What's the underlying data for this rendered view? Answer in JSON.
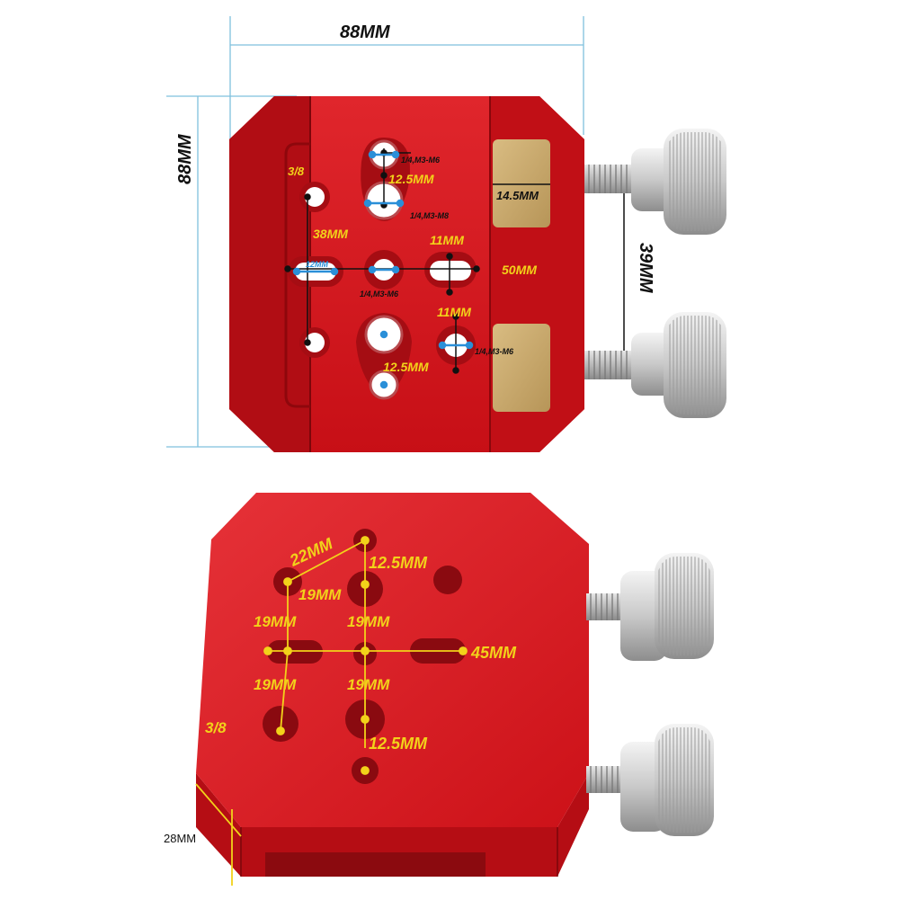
{
  "top_view": {
    "dims": {
      "width": "88MM",
      "height": "88MM",
      "knob_spacing": "39MM",
      "brass_pad": "14.5MM"
    },
    "labels": {
      "thread_38": "3/8",
      "dist_38": "38MM",
      "slot_12": "12MM",
      "slot_11a": "11MM",
      "slot_11b": "11MM",
      "dist_50": "50MM",
      "pitch_top": "12.5MM",
      "pitch_bottom": "12.5MM",
      "hole_a": "1/4,M3-M6",
      "hole_b": "1/4,M3-M8",
      "hole_c": "1/4,M3-M6",
      "hole_d": "1/4,M3-M6"
    }
  },
  "bottom_view": {
    "labels": {
      "diag_22": "22MM",
      "pitch_top": "12.5MM",
      "v19_a": "19MM",
      "h19_a": "19MM",
      "h19_b": "19MM",
      "v19_b": "19MM",
      "v19_c": "19MM",
      "dist_45": "45MM",
      "thread_38": "3/8",
      "pitch_bottom": "12.5MM",
      "height": "28MM"
    }
  },
  "colors": {
    "body_red": "#d8141c",
    "dark_red": "#9e0a10",
    "light_red": "#e8464c",
    "brass": "#c8a86a",
    "dim_line": "#7fc1dd",
    "label_yellow": "#f2d21a",
    "marker_blue": "#2a8fd8",
    "marker_black": "#111111"
  }
}
